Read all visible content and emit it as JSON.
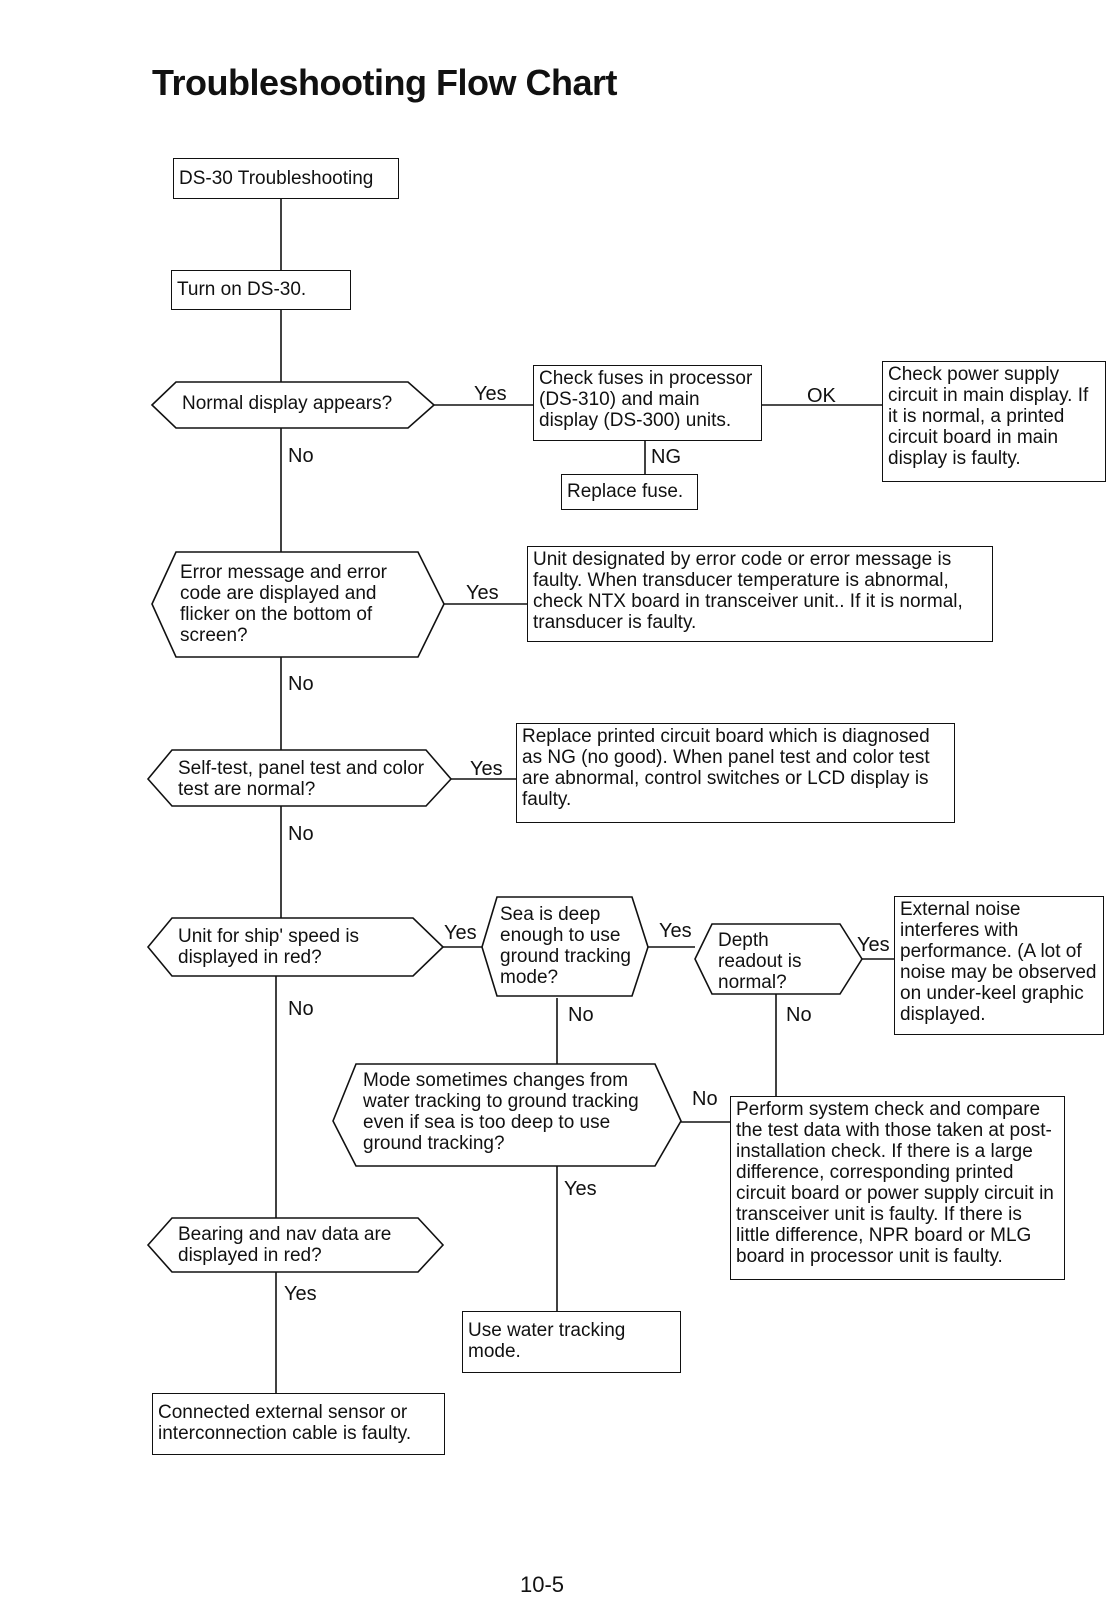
{
  "page": {
    "title": "Troubleshooting Flow Chart",
    "page_number": "10-5"
  },
  "nodes": {
    "start": "DS-30 Troubleshooting",
    "turn_on": "Turn on DS-30.",
    "q_normal_display": "Normal display appears?",
    "check_fuses": "Check fuses in processor (DS-310) and main display (DS-300) units.",
    "replace_fuse": "Replace fuse.",
    "check_power": "Check power supply circuit in main display. If it is normal, a printed circuit board in main display is faulty.",
    "q_error_message": "Error message and error code are displayed and flicker on the bottom of screen?",
    "unit_designated": "Unit designated by error code or error message is faulty. When transducer temperature is abnormal, check NTX board in transceiver unit.. If it is normal, transducer is faulty.",
    "q_self_test": "Self-test, panel test and color test are normal?",
    "replace_pcb": "Replace printed circuit board which is diagnosed as NG (no good). When panel test and color test are abnormal, control switches or LCD display is faulty.",
    "q_ship_speed": "Unit for ship' speed is displayed in red?",
    "q_sea_deep": "Sea is deep enough to use ground tracking mode?",
    "q_depth_readout": "Depth readout is normal?",
    "external_noise": "External noise interferes with performance. (A lot of noise may be observed on under-keel graphic displayed.",
    "q_mode_changes": "Mode sometimes changes from water tracking to ground tracking even if sea is too deep to use ground tracking?",
    "perform_system_check": "Perform system check and compare the test data with those taken at post-installation check. If there is a large difference, corresponding printed circuit board or power supply circuit in transceiver unit is faulty. If there is little difference, NPR board or MLG board in processor unit is faulty.",
    "q_bearing_nav": "Bearing and nav data are displayed in red?",
    "use_water_tracking": "Use water tracking mode.",
    "external_sensor": "Connected external sensor or interconnection cable is faulty."
  },
  "edge_labels": {
    "normal_yes": "Yes",
    "normal_no": "No",
    "fuses_ok": "OK",
    "fuses_ng": "NG",
    "error_yes": "Yes",
    "error_no": "No",
    "self_yes": "Yes",
    "self_no": "No",
    "speed_yes": "Yes",
    "speed_no": "No",
    "sea_yes": "Yes",
    "sea_no": "No",
    "depth_yes": "Yes",
    "depth_no": "No",
    "mode_no": "No",
    "mode_yes": "Yes",
    "bearing_yes": "Yes"
  }
}
